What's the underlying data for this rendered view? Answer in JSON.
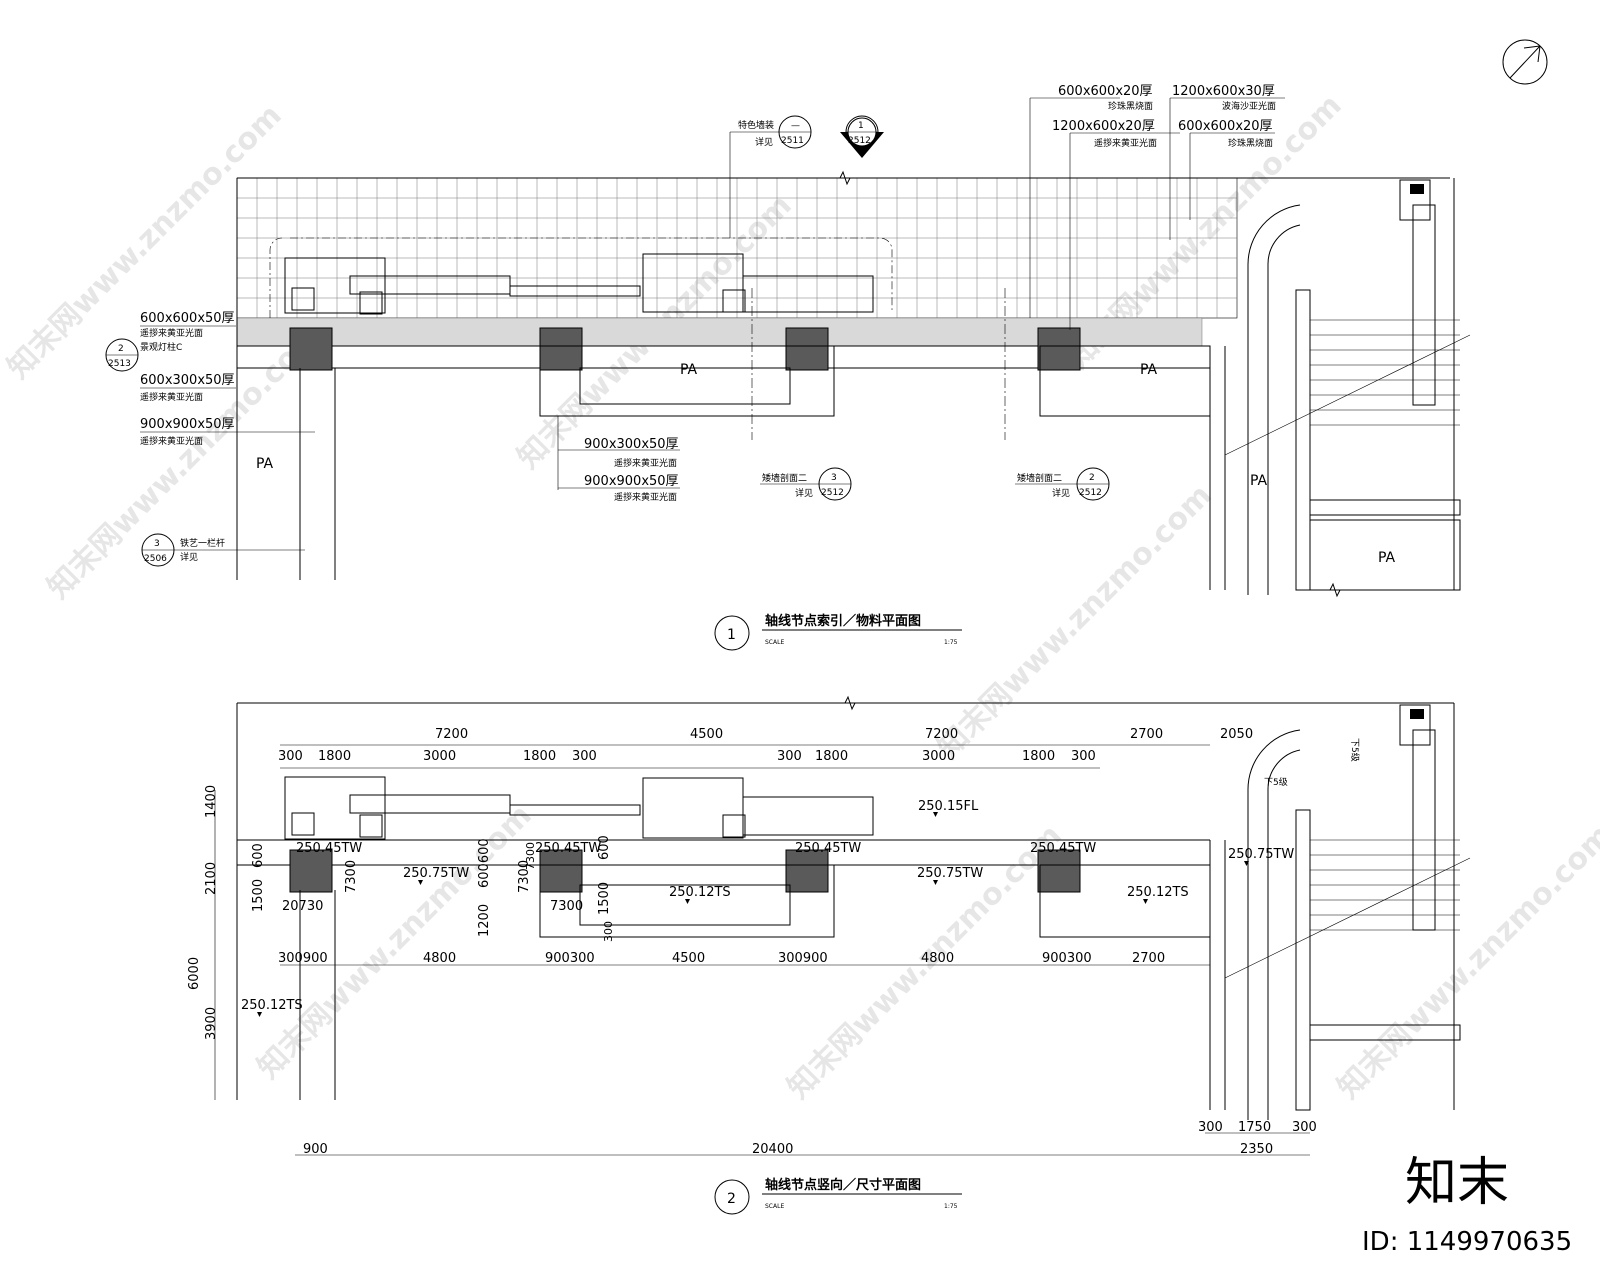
{
  "plan1": {
    "title": "轴线节点索引／物料平面图",
    "scale_label": "SCALE",
    "scale": "1:75",
    "number": "1",
    "materials": {
      "m1": "600x600x50厚",
      "m1_sub": "遥拶来黄亚光面",
      "m1_extra": "景观灯柱C",
      "m2": "600x300x50厚",
      "m2_sub": "遥拶来黄亚光面",
      "m3": "900x900x50厚",
      "m3_sub": "遥拶来黄亚光面",
      "m4": "900x300x50厚",
      "m4_sub": "遥拶来黄亚光面",
      "m5": "900x900x50厚",
      "m5_sub": "遥拶来黄亚光面",
      "t1": "600x600x20厚",
      "t1_sub": "珍珠黑烧面",
      "t2": "1200x600x20厚",
      "t2_sub": "遥拶来黄亚光面",
      "t3": "1200x600x30厚",
      "t3_sub": "波海沙亚光面",
      "t4": "600x600x20厚",
      "t4_sub": "珍珠黑烧面"
    },
    "refs": {
      "r1_top": "2",
      "r1_bot": "2513",
      "r2_top": "3",
      "r2_bot": "2506",
      "r2_label": "铁艺一栏杆",
      "r2_sub": "详见",
      "r3_top": "—",
      "r3_bot": "2511",
      "r3_label": "特色墙装",
      "r3_sub": "详见",
      "r4_top": "1",
      "r4_bot": "2512",
      "r5_top": "3",
      "r5_bot": "2512",
      "r5_label": "矮墙剖面二",
      "r5_sub": "详见",
      "r6_top": "2",
      "r6_bot": "2512",
      "r6_label": "矮墙剖面二",
      "r6_sub": "详见"
    },
    "areas": [
      "PA",
      "PA",
      "PA",
      "PA",
      "PA"
    ]
  },
  "plan2": {
    "title": "轴线节点竖向／尺寸平面图",
    "scale_label": "SCALE",
    "scale": "1:75",
    "number": "2",
    "top_dims": [
      "7200",
      "4500",
      "7200",
      "2700",
      "2050"
    ],
    "sub_dims": [
      "300",
      "1800",
      "3000",
      "1800",
      "300",
      "300",
      "1800",
      "3000",
      "1800",
      "300"
    ],
    "mid_dims": [
      "300900",
      "4800",
      "900300",
      "4500",
      "300900",
      "4800",
      "900300",
      "2700"
    ],
    "left_dims": [
      "1400",
      "2100",
      "6000",
      "3900"
    ],
    "inner_dims": [
      "600",
      "1500",
      "1200",
      "600600",
      "1500",
      "600",
      "300"
    ],
    "small_dims": [
      "20730",
      "7300",
      "7300",
      "7300",
      "7300"
    ],
    "bottom_dims": [
      "900",
      "20400",
      "2350"
    ],
    "bottom_sub": [
      "300",
      "1750",
      "300"
    ],
    "levels": [
      "250.15FL",
      "250.45TW",
      "250.45TW",
      "250.45TW",
      "250.45TW",
      "250.75TW",
      "250.75TW",
      "250.75TW",
      "250.12TS",
      "250.12TS",
      "250.12TS"
    ],
    "stair_labels": [
      "下5级",
      "下5级"
    ]
  },
  "watermark": {
    "text": "知末网www.znzmo.com",
    "brand": "知末",
    "id": "ID: 1149970635"
  }
}
